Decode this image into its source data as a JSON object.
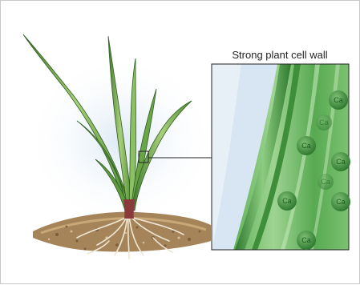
{
  "diagram": {
    "inset_title": "Strong plant cell wall",
    "particle_label": "Ca",
    "particles": [
      {
        "label": "Ca"
      },
      {
        "label": "Ca"
      },
      {
        "label": "Ca"
      },
      {
        "label": "Ca"
      },
      {
        "label": "Ca"
      },
      {
        "label": "Ca"
      },
      {
        "label": "Ca"
      },
      {
        "label": "Ca"
      }
    ],
    "colors": {
      "leaf_dark": "#3f7a2c",
      "leaf_light": "#a9cf7a",
      "stem_base": "#8a3a3a",
      "soil": "#a6845a",
      "wall_green": "#4fa64a",
      "wall_light": "#bfe6b8",
      "sky": "#d7e6f2",
      "particle": "#3f8f3a"
    }
  }
}
